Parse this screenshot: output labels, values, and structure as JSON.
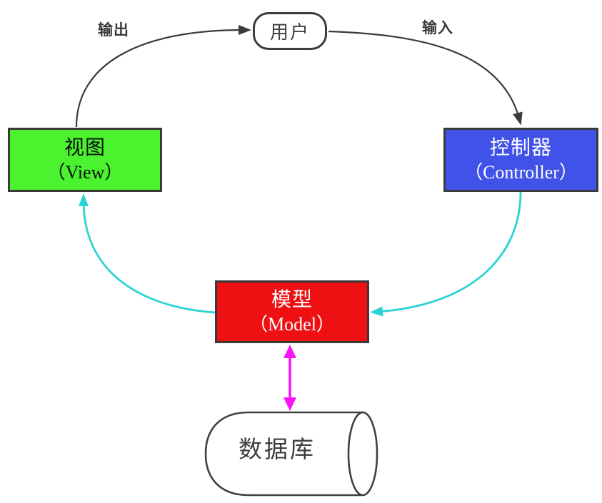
{
  "nodes": {
    "user": {
      "label": "用户"
    },
    "view": {
      "label": "视图",
      "sublabel": "（View）",
      "fill": "#4bf32f",
      "text_color": "#0d0d0d"
    },
    "controller": {
      "label": "控制器",
      "sublabel": "（Controller）",
      "fill": "#4152e9",
      "text_color": "#ffffff"
    },
    "model": {
      "label": "模型",
      "sublabel": "（Model）",
      "fill": "#ef1013",
      "text_color": "#ffffff"
    },
    "database": {
      "label": "数据库"
    }
  },
  "edge_labels": {
    "output": "输出",
    "input": "输入"
  },
  "colors": {
    "edge_dark": "#3b3b3b",
    "edge_cyan": "#29d3d4",
    "edge_magenta": "#f913f9",
    "node_border": "#3a3a3a",
    "cylinder_stroke": "#404040"
  }
}
